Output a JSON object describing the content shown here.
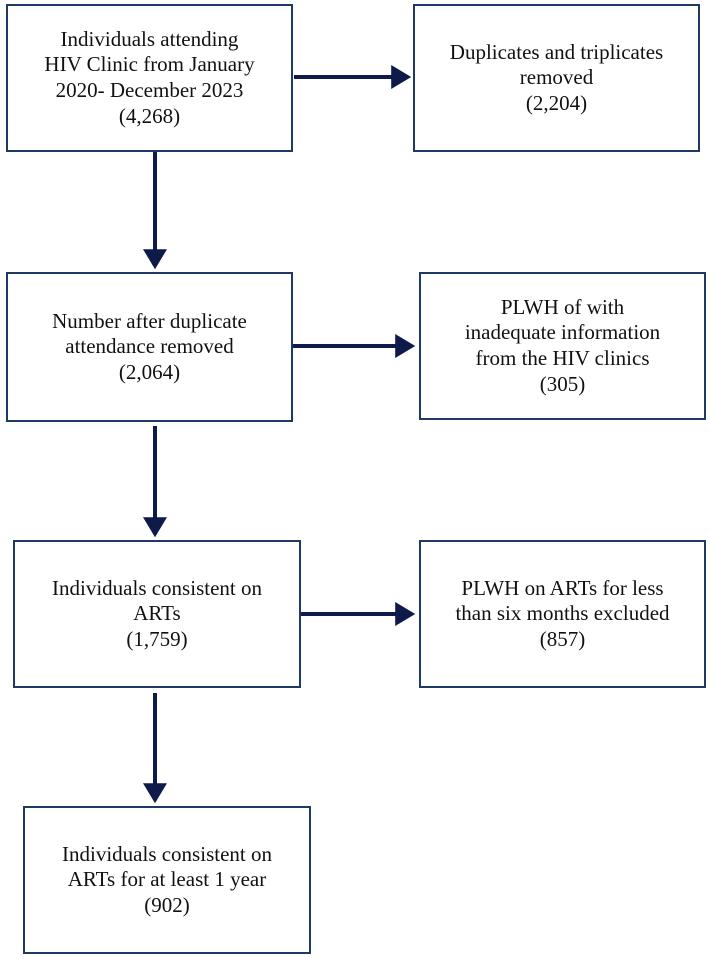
{
  "boxes": {
    "b1": {
      "lines": [
        "Individuals attending",
        "HIV Clinic from January",
        "2020- December 2023",
        "(4,268)"
      ]
    },
    "b2": {
      "lines": [
        "Duplicates and triplicates",
        "removed",
        "(2,204)"
      ]
    },
    "b3": {
      "lines": [
        "Number after duplicate",
        "attendance removed",
        "(2,064)"
      ]
    },
    "b4": {
      "lines": [
        "PLWH of with",
        "inadequate information",
        "from the HIV clinics",
        "(305)"
      ]
    },
    "b5": {
      "lines": [
        "Individuals consistent on",
        "ARTs",
        "(1,759)"
      ]
    },
    "b6": {
      "lines": [
        "PLWH on ARTs for less",
        "than six months excluded",
        "(857)"
      ]
    },
    "b7": {
      "lines": [
        "Individuals consistent on",
        "ARTs for at least 1 year",
        "(902)"
      ]
    }
  },
  "colors": {
    "border": "#1f3864",
    "arrow": "#0d1a4a"
  }
}
